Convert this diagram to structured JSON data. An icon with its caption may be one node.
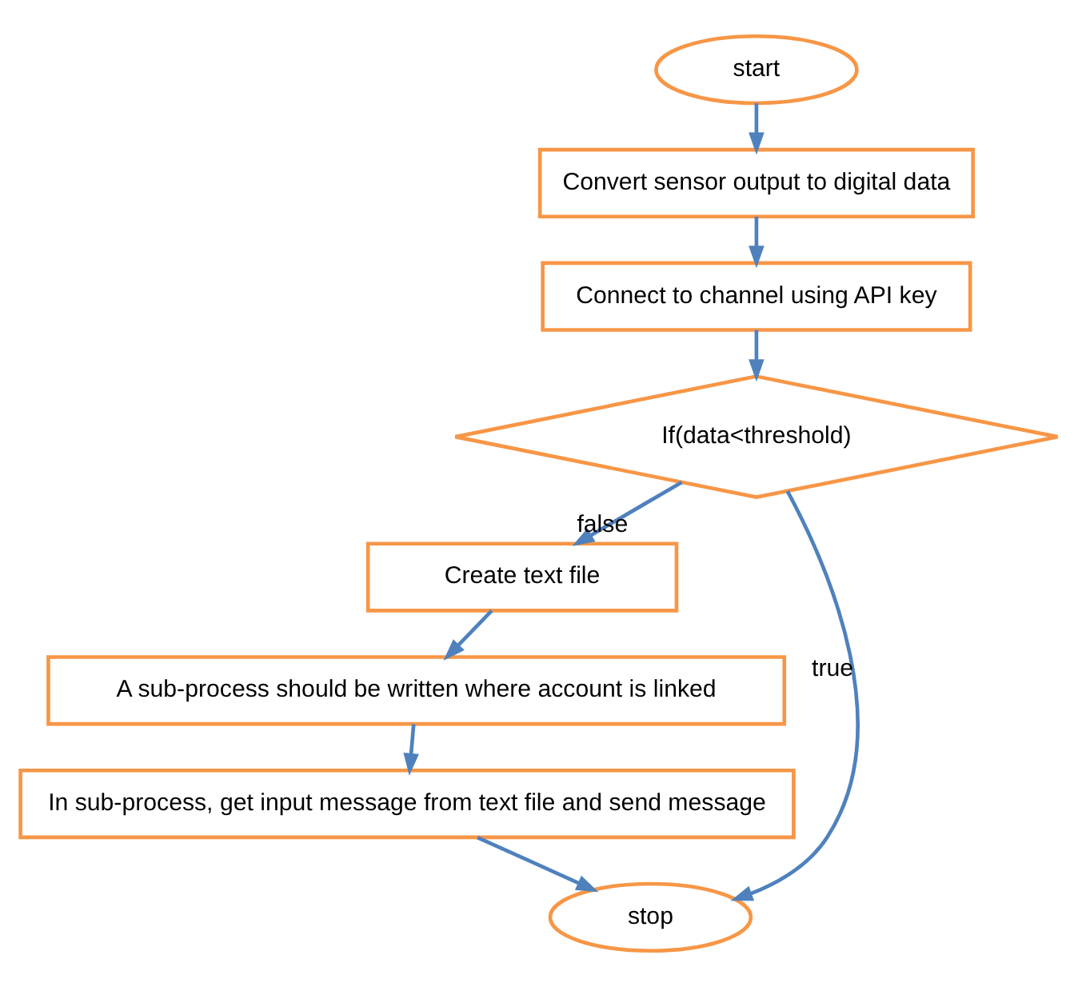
{
  "diagram": {
    "nodes": [
      {
        "text": [
          "start"
        ]
      },
      {
        "text": [
          "Convert sensor output to digital data"
        ]
      },
      {
        "text": [
          "Connect to channel using API key"
        ]
      },
      {
        "text": [
          "If(data<threshold)"
        ]
      },
      {
        "text": [
          "Create text file"
        ]
      },
      {
        "text": [
          "A sub-process should be written where account is linked"
        ]
      },
      {
        "text": [
          "In sub-process, get input message from text file and send message"
        ]
      },
      {
        "text": [
          "stop"
        ]
      }
    ],
    "edges": [
      {
        "from": 0,
        "to": 1,
        "arrow": "to"
      },
      {
        "from": 1,
        "to": 2,
        "arrow": "to"
      },
      {
        "from": 2,
        "to": 3,
        "arrow": "to"
      },
      {
        "from": 3,
        "to": 7,
        "arrow": "to",
        "label": "true"
      },
      {
        "from": 3,
        "to": 4,
        "arrow": "to",
        "label": "false"
      },
      {
        "from": 4,
        "to": 5,
        "arrow": "to"
      },
      {
        "from": 5,
        "to": 6,
        "arrow": "to"
      },
      {
        "from": 6,
        "to": 7,
        "arrow": "to"
      }
    ]
  }
}
